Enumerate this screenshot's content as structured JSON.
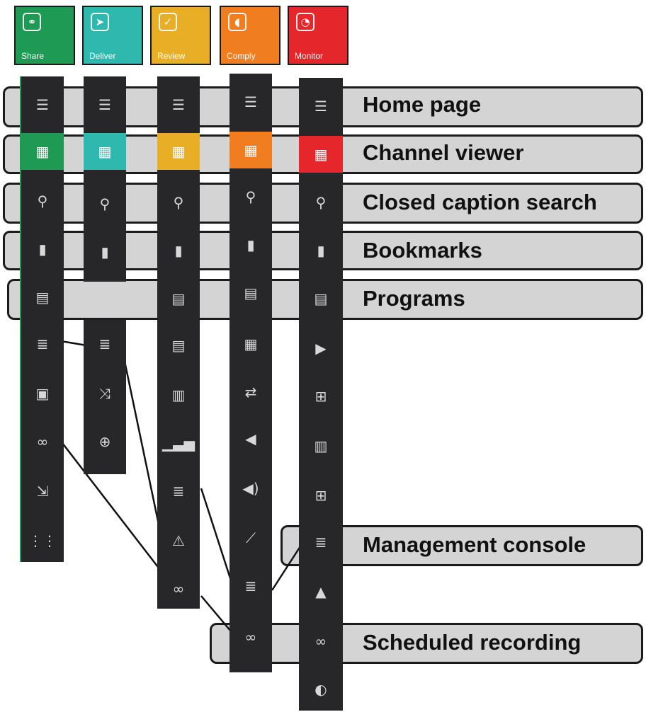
{
  "tiles": [
    {
      "label": "Share",
      "color": "#1f9a55",
      "icon": "share-icon",
      "glyph": "⚭"
    },
    {
      "label": "Deliver",
      "color": "#2fb9ae",
      "icon": "send-icon",
      "glyph": "➤"
    },
    {
      "label": "Review",
      "color": "#e7ae26",
      "icon": "checkmark-icon",
      "glyph": "✓"
    },
    {
      "label": "Comply",
      "color": "#f07d1f",
      "icon": "speaker-icon",
      "glyph": "◖"
    },
    {
      "label": "Monitor",
      "color": "#e5262b",
      "icon": "gauge-icon",
      "glyph": "◔"
    }
  ],
  "columns": [
    {
      "name": "share",
      "accent": "#1f9a55",
      "icons": [
        "menu-icon",
        "film-icon",
        "search-icon",
        "bookmark-icon",
        "grid-icon",
        "list-icon",
        "share-screen-icon",
        "voicemail-icon",
        "export-doc-icon",
        "dots-grid-icon"
      ]
    },
    {
      "name": "deliver",
      "accent": "#2fb9ae",
      "icons": [
        "menu-icon",
        "film-icon",
        "search-icon",
        "bookmark-icon",
        "list-icon",
        "split-arrow-icon",
        "web-video-icon"
      ]
    },
    {
      "name": "review",
      "accent": "#e7ae26",
      "icons": [
        "menu-icon",
        "film-icon",
        "search-icon",
        "bookmark-icon",
        "grid-icon",
        "notes-icon",
        "table-icon",
        "signal-bars-icon",
        "list-icon",
        "alert-icon",
        "voicemail-icon"
      ]
    },
    {
      "name": "comply",
      "accent": "#f07d1f",
      "icons": [
        "menu-icon",
        "film-icon",
        "search-icon",
        "bookmark-icon",
        "grid-icon",
        "calendar-icon",
        "repeat-icon",
        "megaphone-icon",
        "volume-icon",
        "line-chart-icon",
        "list-icon",
        "voicemail-icon"
      ]
    },
    {
      "name": "monitor",
      "accent": "#e5262b",
      "icons": [
        "menu-icon",
        "film-icon",
        "search-icon",
        "bookmark-icon",
        "grid-icon",
        "play-doc-icon",
        "tile-view-icon",
        "gradient-icon",
        "quad-grid-icon",
        "list-icon",
        "bell-icon",
        "voicemail-icon",
        "contrast-icon"
      ]
    }
  ],
  "callouts": [
    {
      "label": "Home page"
    },
    {
      "label": "Channel viewer"
    },
    {
      "label": "Closed caption search"
    },
    {
      "label": "Bookmarks"
    },
    {
      "label": "Programs"
    },
    {
      "label": "Management console"
    },
    {
      "label": "Scheduled recording"
    }
  ]
}
